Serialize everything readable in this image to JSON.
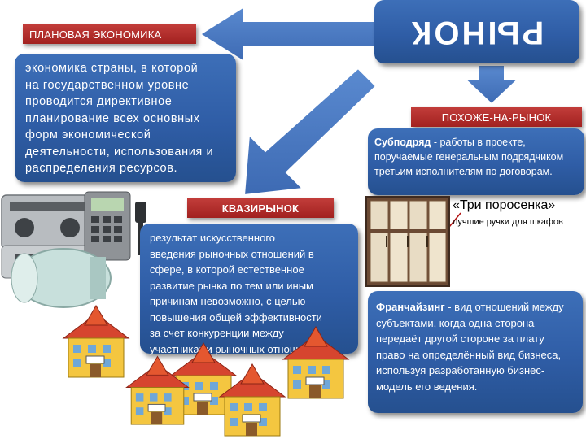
{
  "market": {
    "title": "РЫНОК"
  },
  "planned": {
    "title": "ПЛАНОВАЯ ЭКОНОМИКА",
    "lines": [
      "экономика страны, в которой",
      "на государственном уровне",
      "проводится директивное",
      "планирование всех основных",
      "форм экономической",
      "деятельности, использования и",
      "распределения ресурсов."
    ]
  },
  "similar": {
    "title": "ПОХОЖЕ-НА-РЫНОК",
    "term": "Субподряд",
    "text": " - работы в проекте, поручаемые генеральным подрядчиком третьим исполнителям по договорам."
  },
  "quasi": {
    "title": "КВАЗИРЫНОК",
    "lines": [
      "результат искусственного",
      "введения рыночных отношений в",
      "сфере, в которой естественное",
      "развитие рынка по тем или иным",
      "причинам невозможно, с целью",
      "повышения общей эффективности",
      "за счет конкуренции между",
      "участниками рыночных отношений."
    ]
  },
  "franchise": {
    "term": "Франчайзинг",
    "text": " - вид отношений между субъектами, когда одна сторона передаёт другой стороне за плату право на определённый вид бизнеса, используя разработанную бизнес-модель его ведения."
  },
  "pigs": {
    "title": "«Три поросенка»",
    "subtitle": "лучшие ручки для шкафов"
  },
  "colors": {
    "blue": "#2f5da6",
    "red": "#a2211f",
    "arrow": "#4a7bc4"
  }
}
